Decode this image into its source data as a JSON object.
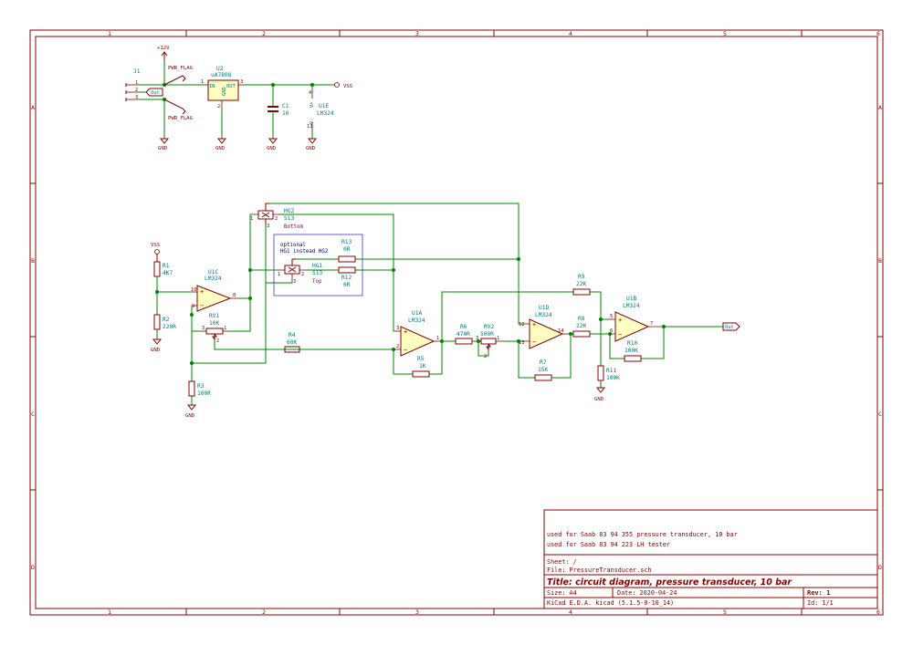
{
  "title_block": {
    "notes": [
      "used for Saab 83 94 355 pressure transducer, 10 bar",
      "used for Saab 83 94 223 LH tester"
    ],
    "sheet": "Sheet: /",
    "file": "File: PressureTransducer.sch",
    "title": "Title: circuit diagram, pressure transducer, 10 bar",
    "size": "Size: A4",
    "date": "Date: 2020-04-24",
    "rev": "Rev: 1",
    "tool": "KiCad E.D.A.  kicad (5.1.5-0-10_14)",
    "id": "Id: 1/1"
  },
  "border": {
    "columns": [
      "1",
      "2",
      "3",
      "4",
      "5",
      "6"
    ],
    "rows": [
      "A",
      "B",
      "C",
      "D"
    ]
  },
  "power": {
    "plus12v": "+12V",
    "pwr_flag": "PWR_FLAG",
    "gnd": "GND",
    "vss": "VSS"
  },
  "connector": {
    "ref": "J1",
    "pins": [
      "1",
      "2",
      "3"
    ],
    "label": "Out"
  },
  "regulator": {
    "ref": "U2",
    "value": "uA7808",
    "pin_in": "IN",
    "pin_out": "OUT",
    "pin_gnd": "GND",
    "p1": "1",
    "p2": "2",
    "p3": "3"
  },
  "c1": {
    "ref": "C1",
    "value": "10"
  },
  "u1e": {
    "ref": "U1E",
    "value": "LM324",
    "vplus": "V+",
    "vminus": "V-",
    "p4": "4",
    "p11": "11"
  },
  "hg2": {
    "ref": "HG2",
    "value": "S13",
    "note": "Bottom",
    "p1": "1",
    "p2": "2",
    "p3": "3"
  },
  "hg1": {
    "ref": "HG1",
    "value": "S13",
    "note": "Top",
    "p1": "1",
    "p2": "2",
    "p3": "3"
  },
  "optional_note": [
    "optional",
    "HG1 instead HG2"
  ],
  "r13": {
    "ref": "R13",
    "value": "0R"
  },
  "r12": {
    "ref": "R12",
    "value": "0R"
  },
  "r1": {
    "ref": "R1",
    "value": "4K7"
  },
  "r2": {
    "ref": "R2",
    "value": "220R"
  },
  "r3": {
    "ref": "R3",
    "value": "100R"
  },
  "rv1": {
    "ref": "RV1",
    "value": "10K",
    "p1": "1",
    "p2": "2",
    "p3": "3"
  },
  "u1c": {
    "ref": "U1C",
    "value": "LM324",
    "p10": "10",
    "p9": "9",
    "p8": "8"
  },
  "r4": {
    "ref": "R4",
    "value": "68K"
  },
  "u1a": {
    "ref": "U1A",
    "value": "LM324",
    "p3": "3",
    "p2": "2",
    "p1": "1"
  },
  "r5": {
    "ref": "R5",
    "value": "1K"
  },
  "r6": {
    "ref": "R6",
    "value": "470R"
  },
  "rv2": {
    "ref": "RV2",
    "value": "500R",
    "p1": "1",
    "p2": "2",
    "p3": "3"
  },
  "u1d": {
    "ref": "U1D",
    "value": "LM324",
    "p12": "12",
    "p13": "13",
    "p14": "14"
  },
  "r7": {
    "ref": "R7",
    "value": "15K"
  },
  "r9": {
    "ref": "R9",
    "value": "22K"
  },
  "r8": {
    "ref": "R8",
    "value": "22K"
  },
  "r11": {
    "ref": "R11",
    "value": "100K"
  },
  "r10": {
    "ref": "R10",
    "value": "100K"
  },
  "u1b": {
    "ref": "U1B",
    "value": "LM324",
    "p5": "5",
    "p6": "6",
    "p7": "7"
  },
  "out_label": "Out",
  "colors": {
    "frame": "#8b0000",
    "wire": "#008400",
    "component": "#840000",
    "reference": "#007b7b",
    "note": "#00008b",
    "opamp_fill": "#ffffc2"
  }
}
